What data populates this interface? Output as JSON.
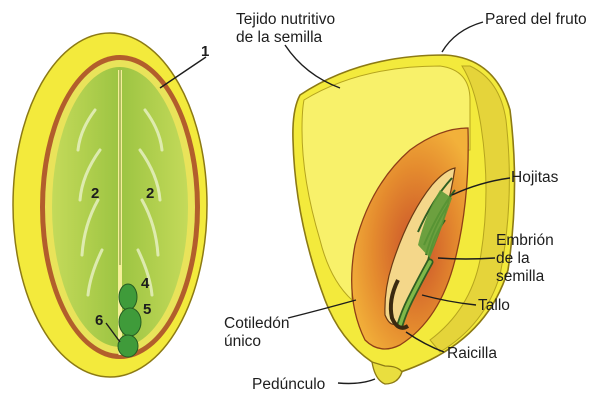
{
  "left_seed": {
    "numbers": {
      "n1": "1",
      "n2a": "2",
      "n2b": "2",
      "n4": "4",
      "n5": "5",
      "n6": "6"
    }
  },
  "right_seed": {
    "labels": {
      "tejido_1": "Tejido nutritivo",
      "tejido_2": "de la semilla",
      "pared": "Pared del fruto",
      "hojitas": "Hojitas",
      "embrion_1": "Embrión",
      "embrion_2": "de la",
      "embrion_3": "semilla",
      "tallo": "Tallo",
      "cotiledon_1": "Cotiledón",
      "cotiledon_2": "único",
      "raicilla": "Raicilla",
      "pedunculo": "Pedúnculo"
    }
  },
  "colors": {
    "outer_yellow": "#f3ea3c",
    "seed_coat_brown": "#a8562a",
    "cotyledon_green": "#a9cc4a",
    "endosperm_yellow": "#f6ee52",
    "embryo_orange": "#e2862d",
    "embryo_green": "#3f7a2c"
  }
}
